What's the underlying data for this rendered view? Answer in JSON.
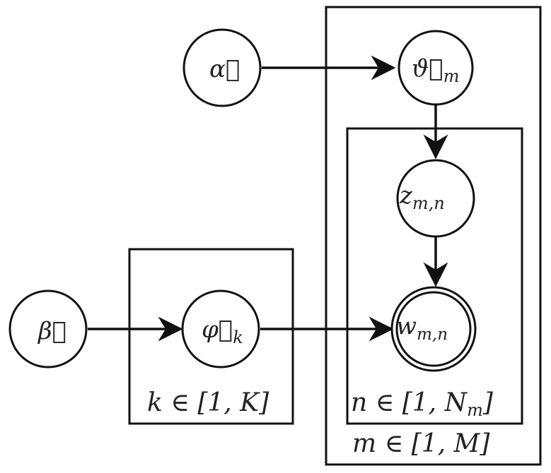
{
  "nodes": {
    "alpha": {
      "label": "α⃗"
    },
    "beta": {
      "label": "β⃗"
    },
    "theta": {
      "label": "ϑ⃗",
      "sub": "m"
    },
    "z": {
      "label": "z",
      "sub": "m,n"
    },
    "w": {
      "label": "w",
      "sub": "m,n",
      "observed": true
    },
    "phi": {
      "label": "φ⃗",
      "sub": "k"
    }
  },
  "plates": {
    "k": {
      "label": "k ∈ [1, K]"
    },
    "n": {
      "label": "n ∈ [1, N",
      "sub": "m",
      "close": "]"
    },
    "m": {
      "label": "m ∈ [1, M]"
    }
  },
  "edges": [
    {
      "from": "alpha",
      "to": "theta"
    },
    {
      "from": "theta",
      "to": "z"
    },
    {
      "from": "z",
      "to": "w"
    },
    {
      "from": "beta",
      "to": "phi"
    },
    {
      "from": "phi",
      "to": "w"
    }
  ]
}
